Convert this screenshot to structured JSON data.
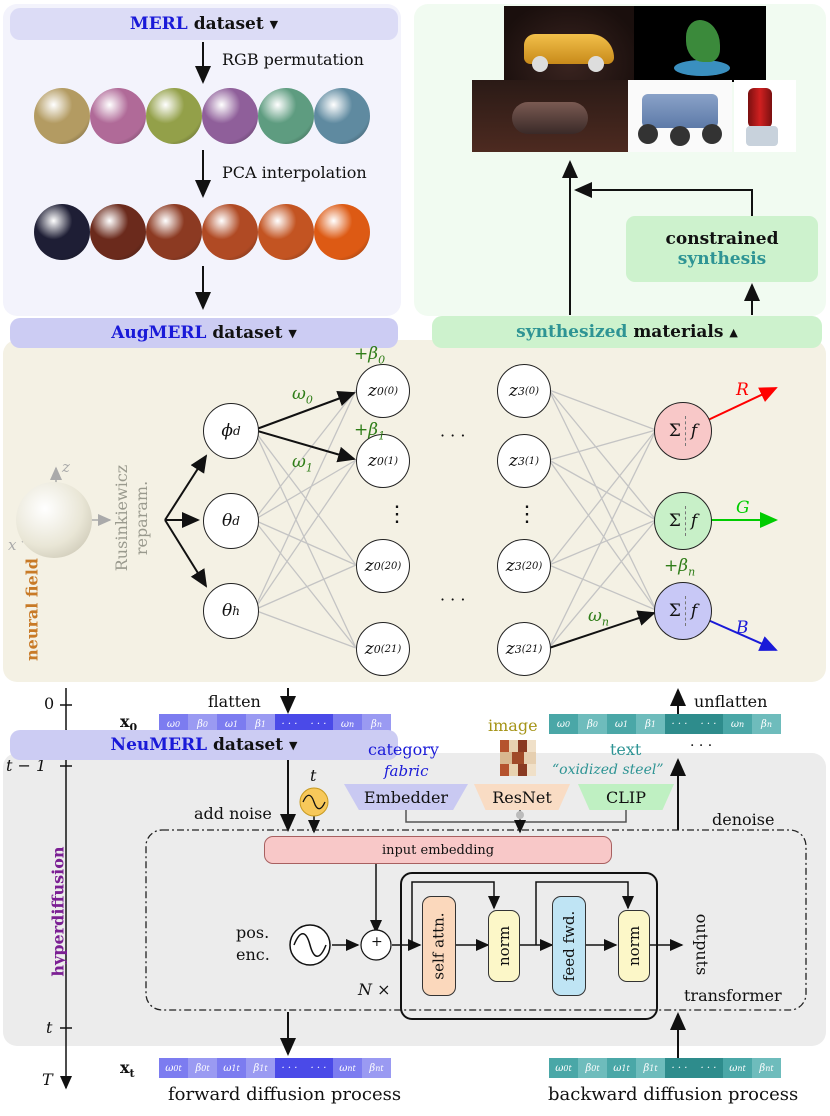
{
  "colors": {
    "merl_blue": "#1a1ad8",
    "panel_lavender": "#f3f3fc",
    "panel_green": "#f1fbf1",
    "header_blue": "#ccccf3",
    "header_green": "#cdf2cd",
    "neural_bg": "#f4f1e4",
    "diffusion_bg": "#ececec",
    "teal": "#2e9494",
    "token_purple": "#6f6ff0",
    "token_teal": "#4aa7a7",
    "weight_green": "#2f7d18",
    "neural_field_orange": "#c87a27",
    "hyperdiffusion_purple": "#7b1f93",
    "red": "#ff0000",
    "green": "#00cc00",
    "blue": "#1a1ad8"
  },
  "top_left": {
    "merl_title": "MERL",
    "merl_suffix": "dataset",
    "merl_caret": "▼",
    "step1": "RGB permutation",
    "step2": "PCA interpolation",
    "aug_title": "AugMERL",
    "aug_suffix": "dataset",
    "aug_caret": "▼",
    "row1_colors": [
      "#b39b62",
      "#b06a98",
      "#93a049",
      "#8f5f9a",
      "#5e9c80",
      "#5f8aa0"
    ],
    "row2_colors": [
      "#1e1e35",
      "#6b2a1c",
      "#8c3a22",
      "#b04a24",
      "#c35422",
      "#dd5a14"
    ]
  },
  "top_right": {
    "constrained_line1": "constrained",
    "constrained_line2": "synthesis",
    "synth_word1": "synthesized",
    "synth_word2": "materials",
    "synth_caret": "▲"
  },
  "neural": {
    "label": "neural field",
    "axis_z": "z",
    "axis_x": "x",
    "rusink_line1": "Rusinkiewicz",
    "rusink_line2": "reparam.",
    "inputs": [
      "ϕ",
      "θ",
      "θ"
    ],
    "input_subs": [
      "d",
      "d",
      "h"
    ],
    "layer0": [
      "(0)",
      "(1)",
      "(20)",
      "(21)"
    ],
    "layer3": [
      "(0)",
      "(1)",
      "(20)",
      "(21)"
    ],
    "z0_base": "z",
    "z0_sub": "0",
    "z3_base": "z",
    "z3_sub": "3",
    "dots_v": "⋮",
    "dots_h": "· · ·",
    "w0": "ω",
    "w0_sub": "0",
    "w1": "ω",
    "w1_sub": "1",
    "wn": "ω",
    "wn_sub": "n",
    "b0": "+β",
    "b0_sub": "0",
    "b1": "+β",
    "b1_sub": "1",
    "bn": "+β",
    "bn_sub": "n",
    "out_sigma": "Σ",
    "out_f": "f",
    "out_R": "R",
    "out_G": "G",
    "out_B": "B"
  },
  "diffusion": {
    "label": "hyperdiffusion",
    "t0": "0",
    "tminus": "t − 1",
    "tt": "t",
    "T": "T",
    "x0": "x",
    "x0_sub": "0",
    "xt": "x",
    "xt_sub": "t",
    "flatten": "flatten",
    "unflatten": "unflatten",
    "neumerl_title": "NeuMERL",
    "neumerl_suffix": "dataset",
    "neumerl_caret": "▼",
    "token_labels": [
      "ω",
      "β",
      "ω",
      "β",
      "· · ·",
      "· · ·",
      "ω",
      "β"
    ],
    "token_subs": [
      "0",
      "0",
      "1",
      "1",
      "",
      "",
      "n",
      "n"
    ],
    "ellipsis": "· · ·",
    "t_symbol": "t",
    "add_noise": "add noise",
    "denoise": "denoise",
    "category_head": "category",
    "category_val": "fabric",
    "image_head": "image",
    "text_head": "text",
    "text_val": "“oxidized steel”",
    "embedder": "Embedder",
    "resnet": "ResNet",
    "clip": "CLIP",
    "input_embedding": "input embedding",
    "pos_enc_line1": "pos.",
    "pos_enc_line2": "enc.",
    "plus": "+",
    "self_attn": "self attn.",
    "norm1": "norm",
    "feed_fwd": "feed fwd.",
    "norm2": "norm",
    "outputs": "outputs",
    "nx": "N ×",
    "transformer": "transformer",
    "forward_caption": "forward diffusion process",
    "backward_caption": "backward diffusion process"
  }
}
